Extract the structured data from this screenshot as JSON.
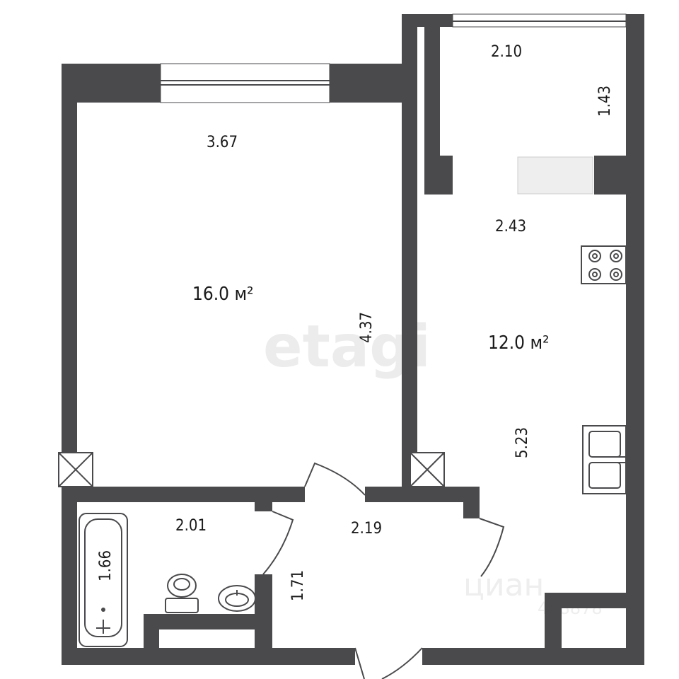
{
  "watermarks": {
    "main": "etagi",
    "secondary": "циан",
    "code": "408878"
  },
  "rooms": {
    "living": {
      "area": "16.0 м²",
      "width": "3.67",
      "length": "4.37"
    },
    "kitchen": {
      "area": "12.0 м²",
      "width": "2.43",
      "length": "5.23"
    },
    "balcony": {
      "width": "2.10",
      "depth": "1.43"
    },
    "bathroom": {
      "width": "2.01",
      "tub_length": "1.66"
    },
    "hallway": {
      "width": "2.19",
      "depth": "1.71"
    }
  },
  "colors": {
    "wall": "#4a4a4d",
    "background": "#ffffff",
    "window": "#eeeeee"
  }
}
